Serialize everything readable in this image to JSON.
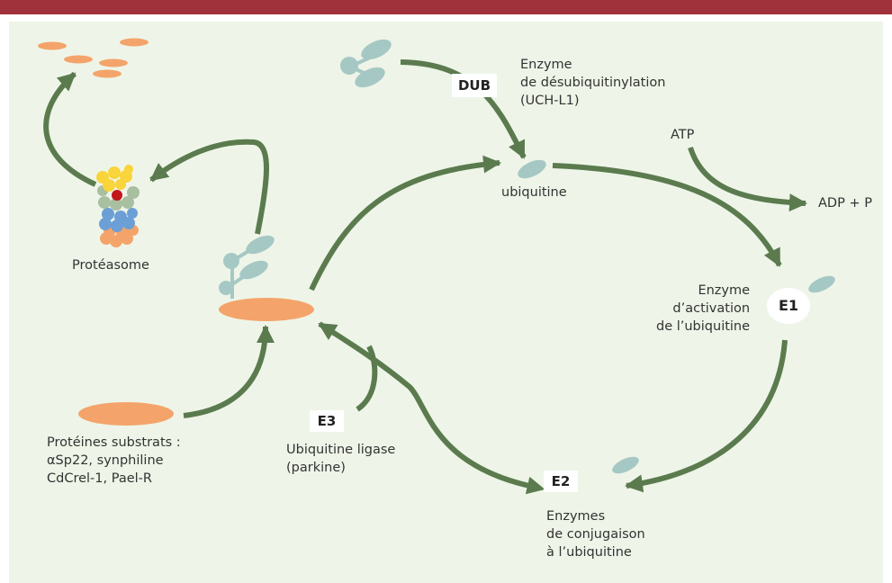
{
  "colors": {
    "header_bar": "#a0323c",
    "background": "#eef5e8",
    "arrow": "#5b7b4f",
    "ubiquitin": "#a6c8c4",
    "substrate": "#f4a46a"
  },
  "labels": {
    "dub": "DUB",
    "dub_name": [
      "Enzyme",
      "de désubiquitinylation",
      "(UCH-L1)"
    ],
    "ubiquitine": "ubiquitine",
    "atp": "ATP",
    "adp": "ADP + P",
    "proteasome": "Protéasome",
    "e1": "E1",
    "e1_name": [
      "Enzyme",
      "d’activation",
      "de l’ubiquitine"
    ],
    "e3": "E3",
    "e3_name": [
      "Ubiquitine ligase",
      "(parkine)"
    ],
    "e2": "E2",
    "e2_name": [
      "Enzymes",
      "de conjugaison",
      "à l’ubiquitine"
    ],
    "substrates": [
      "Protéines substrats :",
      "αSp22, synphiline",
      "CdCrel-1, Pael-R"
    ]
  }
}
